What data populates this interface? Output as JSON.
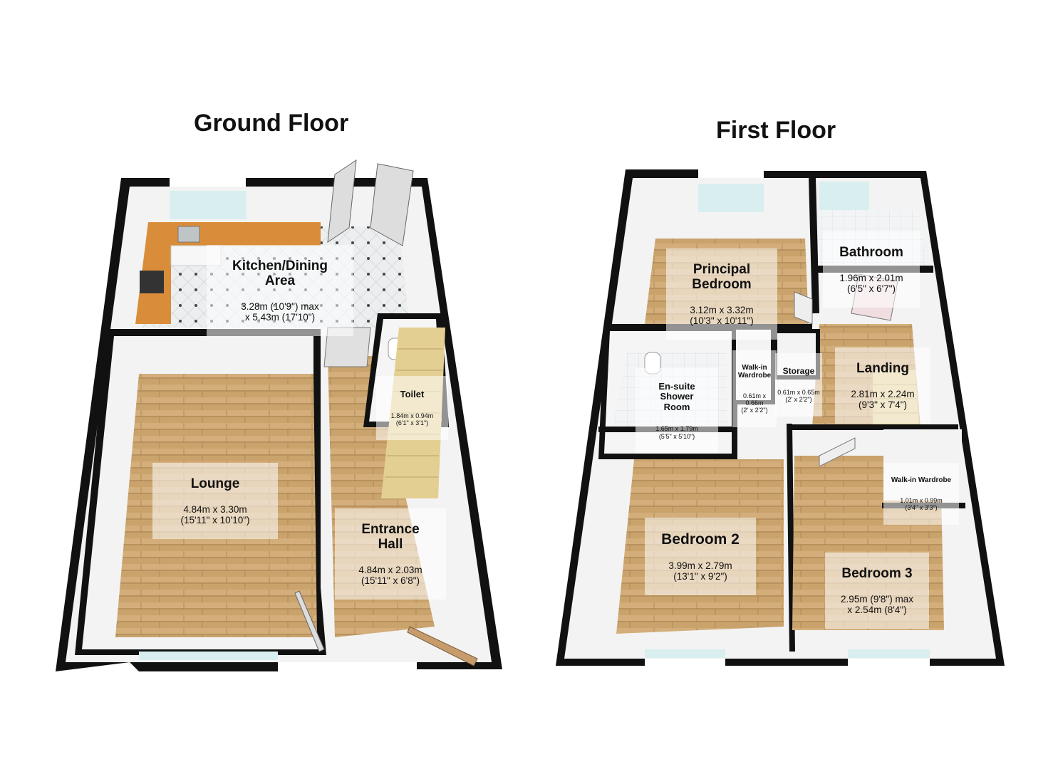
{
  "floors": {
    "ground": {
      "title": "Ground Floor",
      "rooms": {
        "kitchen": {
          "name": "Kitchen/Dining\nArea",
          "dims": "3.28m (10'9\") max\nx 5.43m (17'10\")"
        },
        "toilet": {
          "name": "Toilet",
          "dims": "1.84m x 0.94m\n(6'1\" x 3'1\")"
        },
        "lounge": {
          "name": "Lounge",
          "dims": "4.84m x 3.30m\n(15'11\" x 10'10\")"
        },
        "entrance_hall": {
          "name": "Entrance\nHall",
          "dims": "4.84m x 2.03m\n(15'11\" x 6'8\")"
        }
      }
    },
    "first": {
      "title": "First Floor",
      "rooms": {
        "principal_bedroom": {
          "name": "Principal\nBedroom",
          "dims": "3.12m x 3.32m\n(10'3\" x 10'11\")"
        },
        "bathroom": {
          "name": "Bathroom",
          "dims": "1.96m x 2.01m\n(6'5\" x 6'7\")"
        },
        "ensuite": {
          "name": "En-suite\nShower\nRoom",
          "dims": "1.65m x 1.79m\n(5'5\" x 5'10\")"
        },
        "walkin_wardrobe_1": {
          "name": "Walk-in\nWardrobe",
          "dims": "0.61m x 0.66m\n(2' x 2'2\")"
        },
        "storage": {
          "name": "Storage",
          "dims": "0.61m x 0.65m\n(2' x 2'2\")"
        },
        "landing": {
          "name": "Landing",
          "dims": "2.81m x 2.24m\n(9'3\" x 7'4\")"
        },
        "walkin_wardrobe_2": {
          "name": "Walk-in Wardrobe",
          "dims": "1.01m x 0.99m\n(3'4\" x 3'3\")"
        },
        "bedroom2": {
          "name": "Bedroom 2",
          "dims": "3.99m x 2.79m\n(13'1\" x 9'2\")"
        },
        "bedroom3": {
          "name": "Bedroom 3",
          "dims": "2.95m (9'8\") max\nx 2.54m (8'4\")"
        }
      }
    }
  },
  "colors": {
    "wall": "#111111",
    "wood_floor": "#c9a470",
    "tile_floor": "#e8ebec",
    "worktop": "#d98d3a",
    "wall_face": "#f4f4f4",
    "window": "#d9efef"
  }
}
